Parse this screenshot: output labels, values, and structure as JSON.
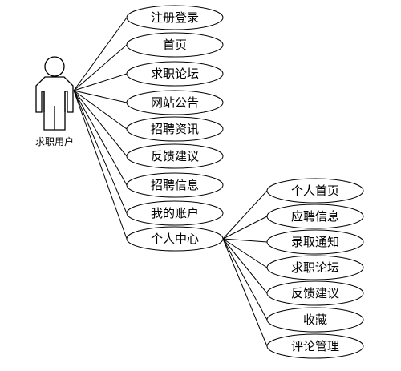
{
  "actor": {
    "label": "求职用户",
    "icon": "stick-figure-actor-icon"
  },
  "use_cases": [
    "注册登录",
    "首页",
    "求职论坛",
    "网站公告",
    "招聘资讯",
    "反馈建议",
    "招聘信息",
    "我的账户",
    "个人中心"
  ],
  "sub_use_cases": [
    "个人首页",
    "应聘信息",
    "录取通知",
    "求职论坛",
    "反馈建议",
    "收藏",
    "评论管理"
  ],
  "colors": {
    "stroke": "#000000",
    "fill": "#ffffff",
    "text": "#000000"
  }
}
